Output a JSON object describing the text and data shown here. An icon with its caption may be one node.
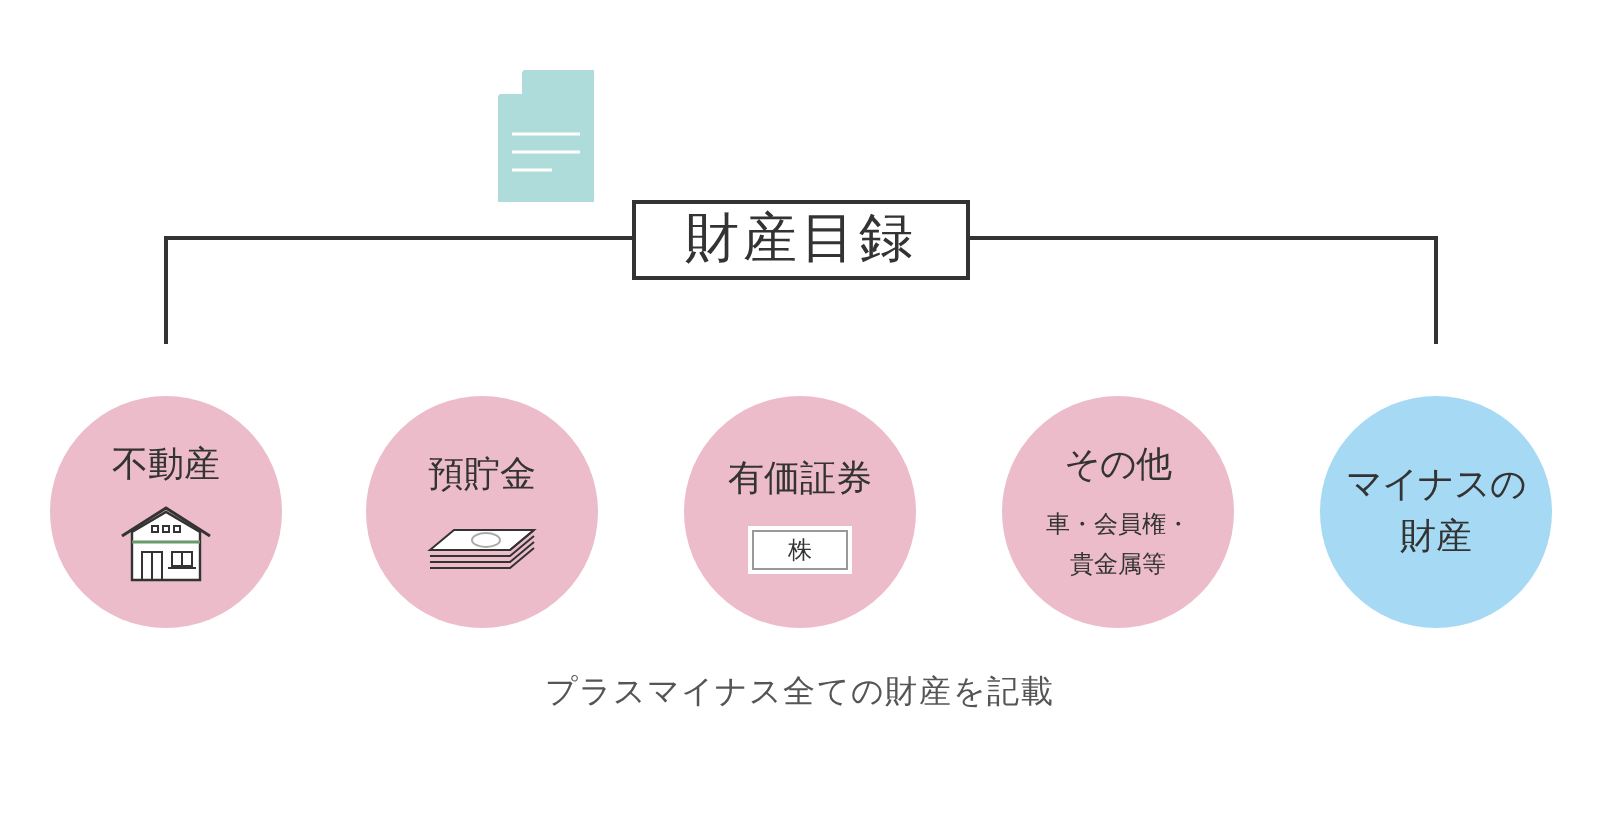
{
  "diagram": {
    "caption": "プラスマイナス全ての財産を記載",
    "nodes": [
      {
        "text": [
          "財産目録"
        ]
      },
      {
        "text": [
          "不動産"
        ]
      },
      {
        "text": [
          "預貯金"
        ]
      },
      {
        "text": [
          "有価証券"
        ]
      },
      {
        "text": [
          "株"
        ],
        "in": 3
      },
      {
        "text": [
          "その他",
          "車・会員権・貴金属等"
        ]
      },
      {
        "text": [
          "マイナスの財産"
        ]
      }
    ]
  }
}
